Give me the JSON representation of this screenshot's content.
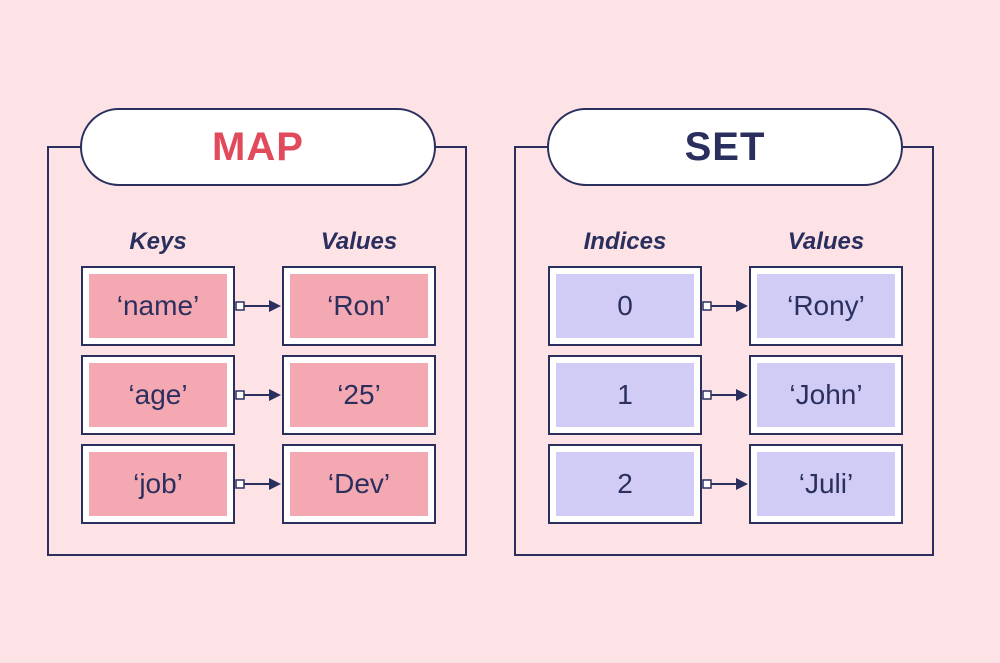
{
  "map": {
    "title": "MAP",
    "left_header": "Keys",
    "right_header": "Values",
    "rows": [
      {
        "left": "‘name’",
        "right": "‘Ron’"
      },
      {
        "left": "‘age’",
        "right": "‘25’"
      },
      {
        "left": "‘job’",
        "right": "‘Dev’"
      }
    ]
  },
  "set": {
    "title": "SET",
    "left_header": "Indices",
    "right_header": "Values",
    "rows": [
      {
        "left": "0",
        "right": "‘Rony’"
      },
      {
        "left": "1",
        "right": "‘John’"
      },
      {
        "left": "2",
        "right": "‘Juli’"
      }
    ]
  },
  "colors": {
    "background": "#fde3e6",
    "outline": "#2b2f5e",
    "map_title": "#e04a5b",
    "map_cell": "#f4a8b2",
    "set_cell": "#d0ccf5"
  }
}
